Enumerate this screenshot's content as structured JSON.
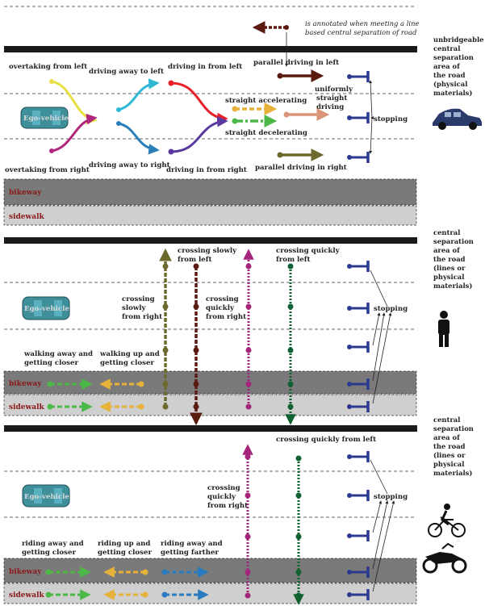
{
  "colors": {
    "road_bar": "#1a1a1a",
    "bikeway": "#7a7a7a",
    "sidewalk": "#cfcfcf",
    "stop_blue": "#2b3a8f",
    "brown": "#5a1a10",
    "olive": "#6b6a2c",
    "yellow": "#e8e040",
    "orange": "#e7b23a",
    "green": "#4cb848",
    "salmon": "#d9967a",
    "cyan": "#2fb8d4",
    "red": "#e8202a",
    "magenta": "#a3267a",
    "purple": "#5b3aa0",
    "teal": "#2a7fb8",
    "dark_green": "#106030",
    "blue": "#2a7ac0"
  },
  "panel1": {
    "annotation_note": "is annotated when meeting a line based central separation of road",
    "right_label": [
      "unbridgeable",
      "central",
      "separation",
      "area of",
      "the road",
      "(physical",
      "materials)"
    ],
    "ego_label": "Ego-vehicle",
    "overtaking_left": "overtaking from left",
    "overtaking_right": "overtaking from right",
    "away_left": "driving away to left",
    "away_right": "driving away to right",
    "in_left": "driving in from left",
    "in_right": "driving in from right",
    "straight_acc": "straight accelerating",
    "straight_dec": "straight decelerating",
    "uniform": [
      "uniformly",
      "straight",
      "driving"
    ],
    "parallel_left": "parallel driving in left",
    "parallel_right": "parallel driving in right",
    "stopping": "stopping",
    "bikeway": "bikeway",
    "sidewalk": "sidewalk"
  },
  "panel2": {
    "right_label": [
      "central",
      "separation",
      "area of",
      "the road",
      "(lines or",
      "physical",
      "materials)"
    ],
    "ego_label": "Ego-vehicle",
    "crossing_slowly_left": [
      "crossing slowly",
      "from left"
    ],
    "crossing_quickly_left": [
      "crossing quickly",
      "from left"
    ],
    "crossing_slowly_right": [
      "crossing",
      "slowly",
      "from right"
    ],
    "crossing_quickly_right": [
      "crossing",
      "quickly",
      "from right"
    ],
    "walking_away": [
      "walking away and",
      "getting closer"
    ],
    "walking_up": [
      "walking up and",
      "getting closer"
    ],
    "stopping": "stopping",
    "bikeway": "bikeway",
    "sidewalk": "sidewalk"
  },
  "panel3": {
    "right_label": [
      "central",
      "separation",
      "area of",
      "the road",
      "(lines or",
      "physical",
      "materials)"
    ],
    "ego_label": "Ego-vehicle",
    "crossing_quickly_left": "crossing quickly from left",
    "crossing_quickly_right": [
      "crossing",
      "quickly",
      "from right"
    ],
    "riding_away_closer": [
      "riding away and",
      "getting closer"
    ],
    "riding_up_closer": [
      "riding up and",
      "getting closer"
    ],
    "riding_away_farther": [
      "riding away and",
      "getting farther"
    ],
    "stopping": "stopping",
    "bikeway": "bikeway",
    "sidewalk": "sidewalk"
  }
}
